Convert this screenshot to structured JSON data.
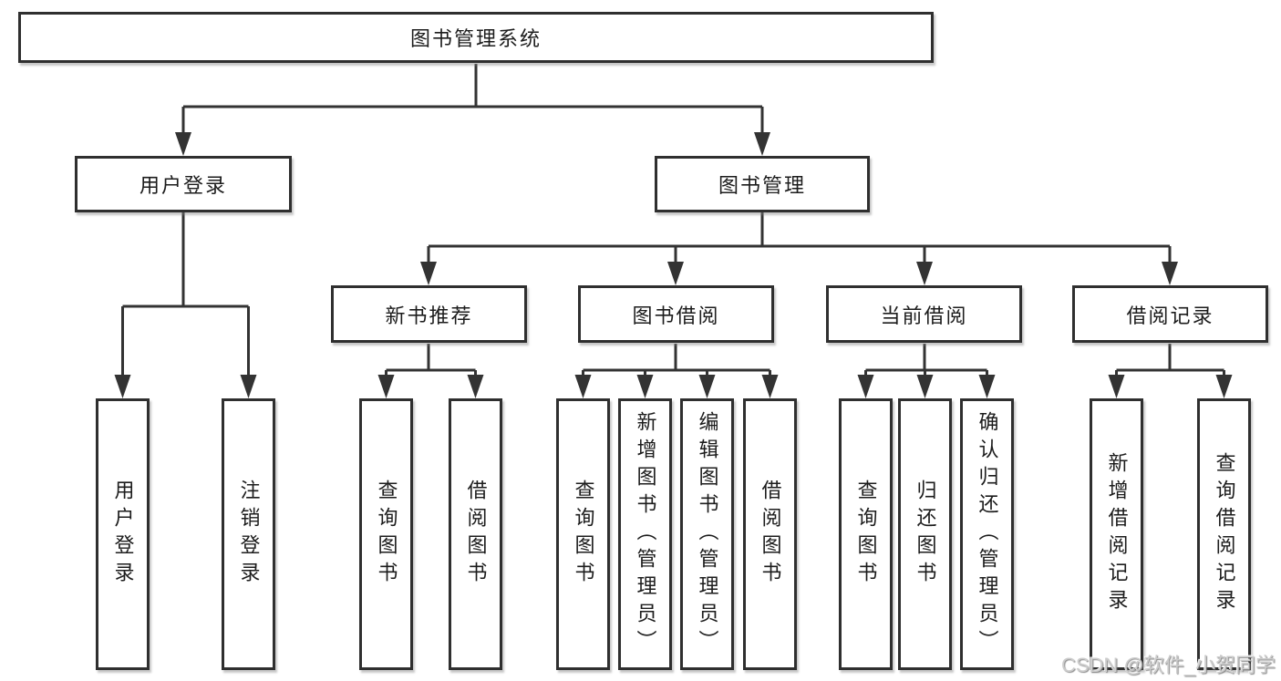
{
  "tree": {
    "label": "图书管理系统",
    "children": [
      {
        "label": "用户登录",
        "children": [
          {
            "label": "用户登录"
          },
          {
            "label": "注销登录"
          }
        ]
      },
      {
        "label": "图书管理",
        "children": [
          {
            "label": "新书推荐",
            "children": [
              {
                "label": "查询图书"
              },
              {
                "label": "借阅图书"
              }
            ]
          },
          {
            "label": "图书借阅",
            "children": [
              {
                "label": "查询图书"
              },
              {
                "label": "新增图书（管理员）"
              },
              {
                "label": "编辑图书（管理员）"
              },
              {
                "label": "借阅图书"
              }
            ]
          },
          {
            "label": "当前借阅",
            "children": [
              {
                "label": "查询图书"
              },
              {
                "label": "归还图书"
              },
              {
                "label": "确认归还（管理员）"
              }
            ]
          },
          {
            "label": "借阅记录",
            "children": [
              {
                "label": "新增借阅记录"
              },
              {
                "label": "查询借阅记录"
              }
            ]
          }
        ]
      }
    ]
  },
  "watermark": {
    "text": "CSDN @软件_小贺同学"
  },
  "colors": {
    "line": "#333333",
    "box_border": "#2f2f2f",
    "text": "#1c1c1c",
    "background": "#ffffff",
    "watermark": "#cccccc"
  }
}
